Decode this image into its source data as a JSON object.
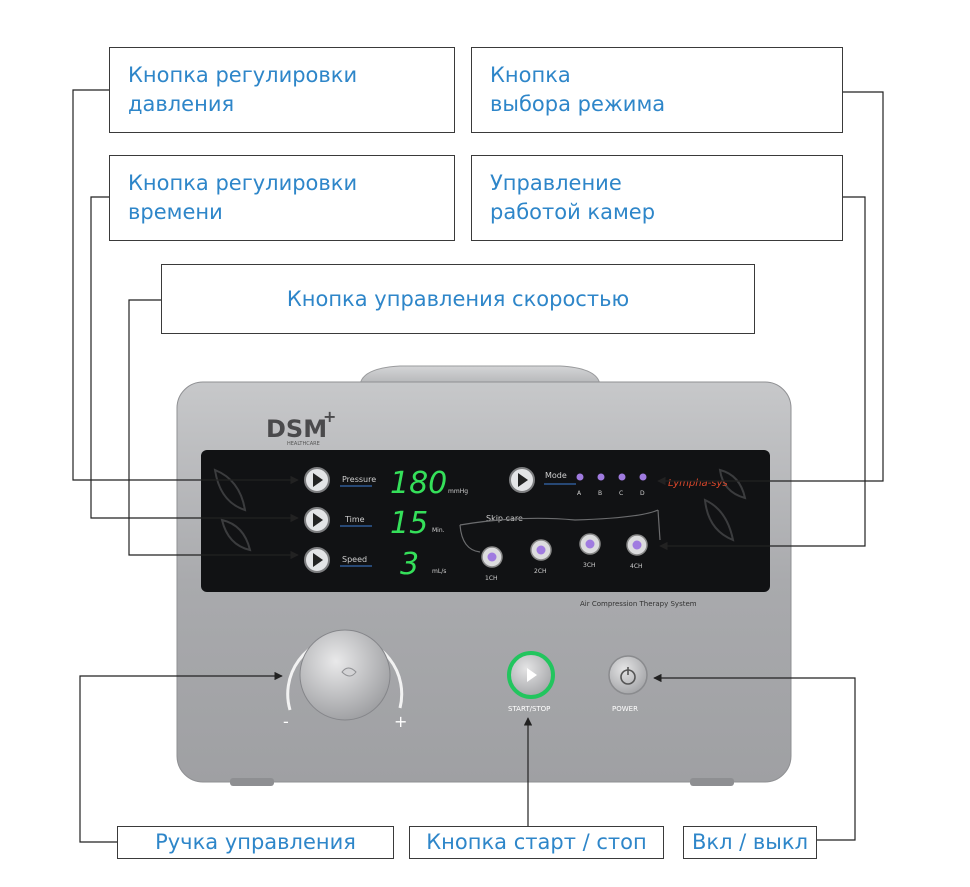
{
  "labels": {
    "pressure_button": {
      "line1": "Кнопка регулировки",
      "line2": "давления"
    },
    "mode_button": {
      "line1": "Кнопка",
      "line2": "выбора режима"
    },
    "time_button": {
      "line1": "Кнопка регулировки",
      "line2": "времени"
    },
    "chamber_control": {
      "line1": "Управление",
      "line2": "работой камер"
    },
    "speed_button": "Кнопка управления скоростью",
    "control_knob": "Ручка управления",
    "start_stop_button": "Кнопка старт / стоп",
    "power_toggle": "Вкл / выкл"
  },
  "device": {
    "brand": "DSM",
    "brand_sub": "HEALTHCARE",
    "product": "Air Compression Therapy System",
    "logo_text": "Lympha-sys",
    "pressure": {
      "label": "Pressure",
      "value": "180",
      "unit": "mmHg"
    },
    "time": {
      "label": "Time",
      "value": "15",
      "unit": "Min."
    },
    "speed": {
      "label": "Speed",
      "value": "3",
      "unit": "mL/s"
    },
    "mode": {
      "label": "Mode",
      "options": [
        "A",
        "B",
        "C",
        "D"
      ]
    },
    "skip_care": "Skip care",
    "chambers": [
      "1CH",
      "2CH",
      "3CH",
      "4CH"
    ],
    "knob_minus": "-",
    "knob_plus": "+",
    "start_stop_label": "START/STOP",
    "power_label": "POWER"
  },
  "colors": {
    "label_text": "#2e86c9",
    "display_green": "#35e05a",
    "start_ring": "#22c55e",
    "arrow_blue": "#3d7fd6",
    "chamber_purple": "#a07be0",
    "logo_red": "#d9472b"
  }
}
